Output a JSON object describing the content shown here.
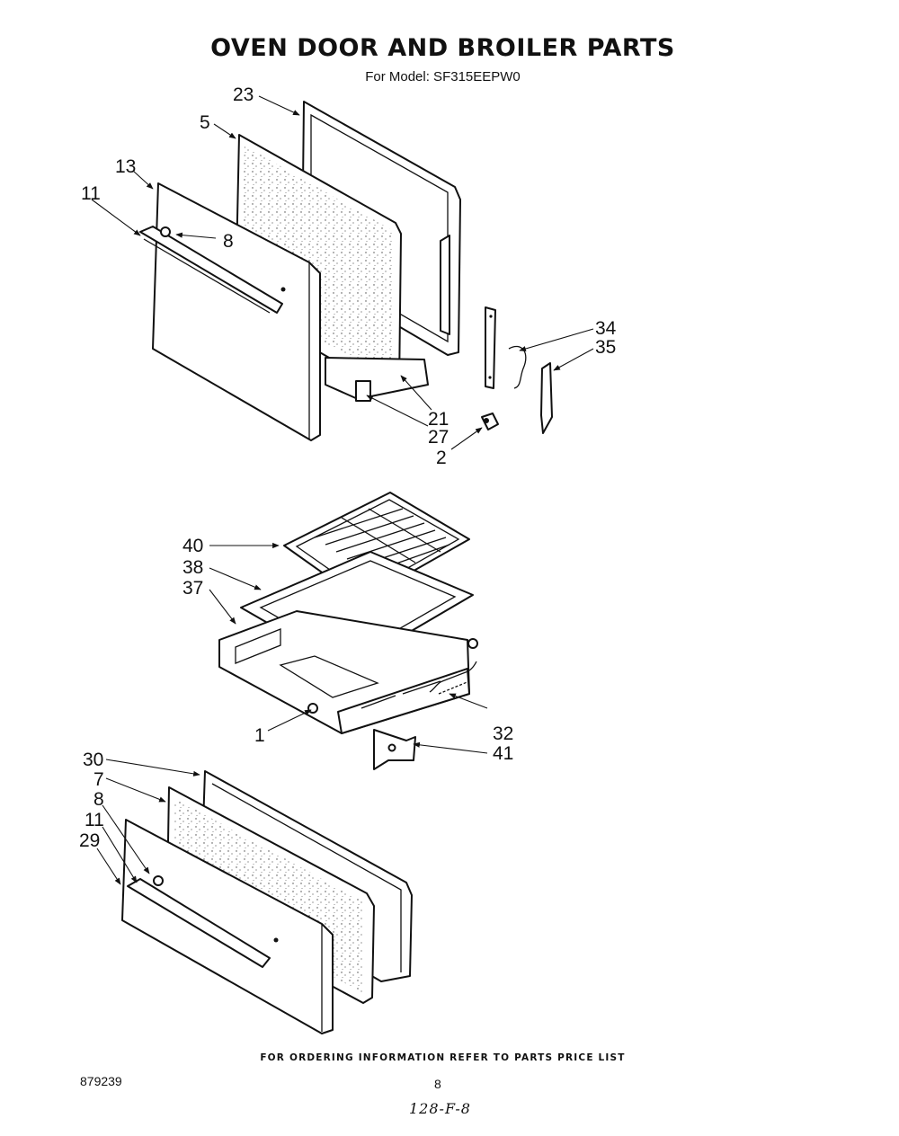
{
  "title": "OVEN DOOR AND BROILER PARTS",
  "subtitle": "For Model: SF315EEPW0",
  "footer_note": "FOR ORDERING INFORMATION REFER TO PARTS PRICE LIST",
  "document_number": "879239",
  "page_number": "8",
  "handwritten_code": "128-F-8",
  "callouts": {
    "c23": "23",
    "c5": "5",
    "c13": "13",
    "c11a": "11",
    "c8a": "8",
    "c34": "34",
    "c35": "35",
    "c21": "21",
    "c27": "27",
    "c2": "2",
    "c40": "40",
    "c38": "38",
    "c37": "37",
    "c1": "1",
    "c32": "32",
    "c41": "41",
    "c30": "30",
    "c7": "7",
    "c8b": "8",
    "c11b": "11",
    "c29": "29"
  }
}
